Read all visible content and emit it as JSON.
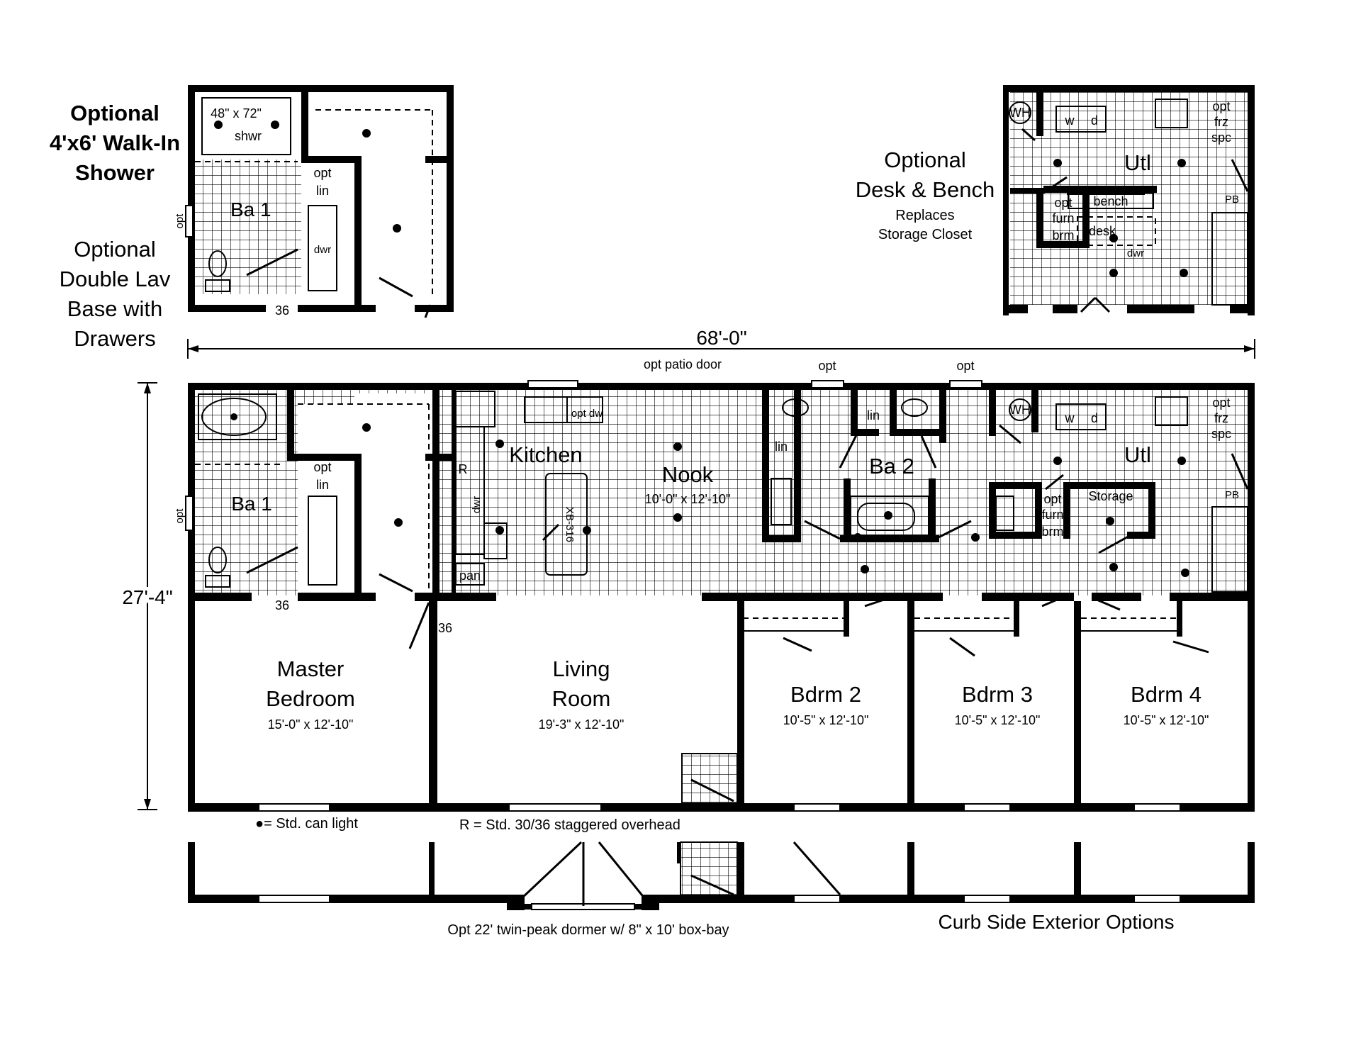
{
  "option_labels": {
    "walk_in_shower": [
      "Optional",
      "4'x6' Walk-In",
      "Shower"
    ],
    "double_lav": [
      "Optional",
      "Double Lav",
      "Base with",
      "Drawers"
    ],
    "desk_bench_title": [
      "Optional",
      "Desk & Bench"
    ],
    "desk_bench_sub": [
      "Replaces",
      "Storage Closet"
    ]
  },
  "dimensions": {
    "overall_width": "68'-0\"",
    "overall_depth": "27'-4\""
  },
  "rooms": {
    "ba1": "Ba 1",
    "master_bedroom": [
      "Master",
      "Bedroom"
    ],
    "master_bedroom_size": "15'-0\" x 12'-10\"",
    "living_room": [
      "Living",
      "Room"
    ],
    "living_room_size": "19'-3\" x 12'-10\"",
    "kitchen": "Kitchen",
    "nook": "Nook",
    "nook_size": "10'-0\" x 12'-10\"",
    "ba2": "Ba 2",
    "utl": "Utl",
    "bdrm2": "Bdrm 2",
    "bdrm2_size": "10'-5\" x 12'-10\"",
    "bdrm3": "Bdrm 3",
    "bdrm3_size": "10'-5\" x 12'-10\"",
    "bdrm4": "Bdrm 4",
    "bdrm4_size": "10'-5\" x 12'-10\"",
    "storage": "Storage"
  },
  "fixtures": {
    "opt": "opt",
    "lin": "lin",
    "dwr": "dwr",
    "shwr_size": "48\" x 72\"",
    "shwr": "shwr",
    "door_36": "36",
    "wh": "WH",
    "w": "w",
    "d": "d",
    "frz": "frz",
    "spc": "spc",
    "pb": "PB",
    "furn": "furn",
    "brm": "brm",
    "bench": "bench",
    "desk": "desk",
    "r": "R",
    "pan": "pan",
    "opt_dw": "opt dw",
    "island": "XB-316",
    "opt_patio_door": "opt patio door"
  },
  "notes": {
    "can_light": "●= Std. can light",
    "overhead": "R = Std. 30/36 staggered overhead",
    "dormer": "Opt 22' twin-peak dormer w/ 8\" x 10' box-bay",
    "curb_side": "Curb Side Exterior Options"
  }
}
